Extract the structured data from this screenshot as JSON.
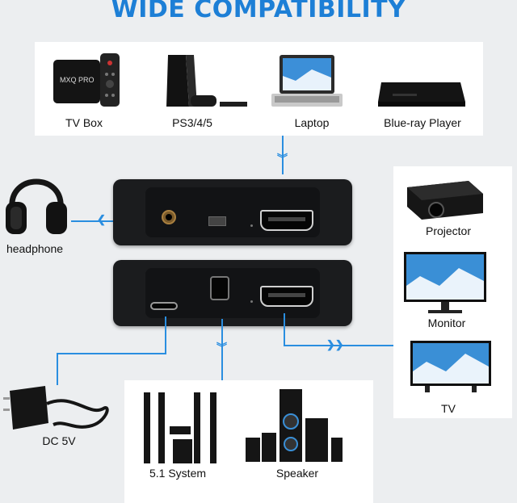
{
  "title": "WIDE COMPATIBILITY",
  "sources": [
    {
      "label": "TV Box",
      "icon": "tv-box-icon"
    },
    {
      "label": "PS3/4/5",
      "icon": "game-console-icon"
    },
    {
      "label": "Laptop",
      "icon": "laptop-icon"
    },
    {
      "label": "Blue-ray Player",
      "icon": "bluray-player-icon"
    }
  ],
  "headphone": {
    "label": "headphone"
  },
  "displays": [
    {
      "label": "Projector"
    },
    {
      "label": "Monitor"
    },
    {
      "label": "TV"
    }
  ],
  "power": {
    "label": "DC 5V"
  },
  "audio": [
    {
      "label": "5.1 System"
    },
    {
      "label": "Speaker"
    }
  ],
  "colors": {
    "accent": "#1d7fd6",
    "line": "#2a8ee0",
    "device": "#1b1c1e"
  }
}
